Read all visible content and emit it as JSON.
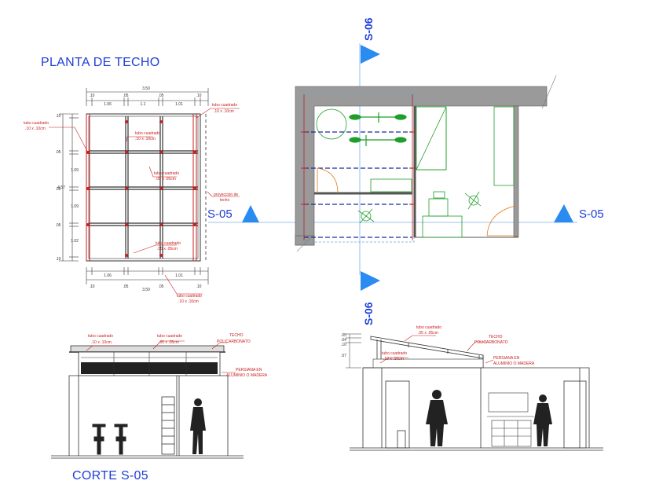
{
  "titles": {
    "plan_roof": "PLANTA DE TECHO",
    "section_s05": "CORTE S-05"
  },
  "section_marks": {
    "left": "S-05",
    "right": "S-05",
    "top": "S-06",
    "bottom": "S-06"
  },
  "roof_plan": {
    "dim_top_total": "3.50",
    "dim_top": [
      ".10",
      ".05",
      "1.1",
      ".05",
      "1.01",
      ".10"
    ],
    "dim_top_seg": [
      "1.06",
      "1.1",
      "1.01"
    ],
    "dim_bottom_total": "3.50",
    "dim_bottom": [
      ".10",
      ".05",
      "1.06",
      ".05",
      "1.01",
      ".10"
    ],
    "dim_left_total": "4.57",
    "dim_left": [
      ".10",
      ".05",
      "1.09",
      ".05",
      "1.09",
      ".05",
      "1.02",
      ".10"
    ],
    "labels": {
      "tube_tl_1": "tubo cuadrado",
      "tube_tl_2": ".10 x .10cm",
      "tube_tr_1": "tubo cuadrado",
      "tube_tr_2": ".10 x .10cm",
      "tube_mid1_1": "tubo cuadrado",
      "tube_mid1_2": ".10 x .10cm",
      "tube_mid2_1": "tubo cuadrado",
      "tube_mid2_2": ".05 x .05cm",
      "tube_bot_1": "tubo cuadrado",
      "tube_bot_2": ".05 x .05cm",
      "tube_bb_1": "tubo cuadrado",
      "tube_bb_2": ".10 x .10cm",
      "proj_1": "proyeccion de",
      "proj_2": "techo"
    }
  },
  "section_s05_labels": {
    "tube1_1": "tubo cuadrado",
    "tube1_2": ".10 x .10cm",
    "tube2_1": "tubo cuadrado",
    "tube2_2": ".05 x .05cm",
    "roof_1": "TECHO",
    "roof_2": "POLICARBONATO",
    "blind_1": "PERSIANA EN",
    "blind_2": "ALUMINIO O MADERA"
  },
  "section_s06_labels": {
    "tube1_1": "tubo cuadrado",
    "tube1_2": ".05 x .05cm",
    "roof_1": "TECHO",
    "roof_2": "POLICARBONATO",
    "tube2_1": "tubo cuadrado",
    "tube2_2": ".10 x .10cm",
    "blind_1": "PERSIANA EN",
    "blind_2": "ALUMINIO O MADERA",
    "dims": [
      ".05",
      ".04",
      ".10",
      ".57"
    ]
  },
  "colors": {
    "title_blue": "#1f3fd8",
    "marker_blue": "#2a8cf0",
    "dim_red": "#c81e1e",
    "plan_green": "#1f9e2a",
    "wall_gray": "#9a9a9a",
    "furniture_orange": "#e07818",
    "axis_blue": "#7ab0e6"
  }
}
